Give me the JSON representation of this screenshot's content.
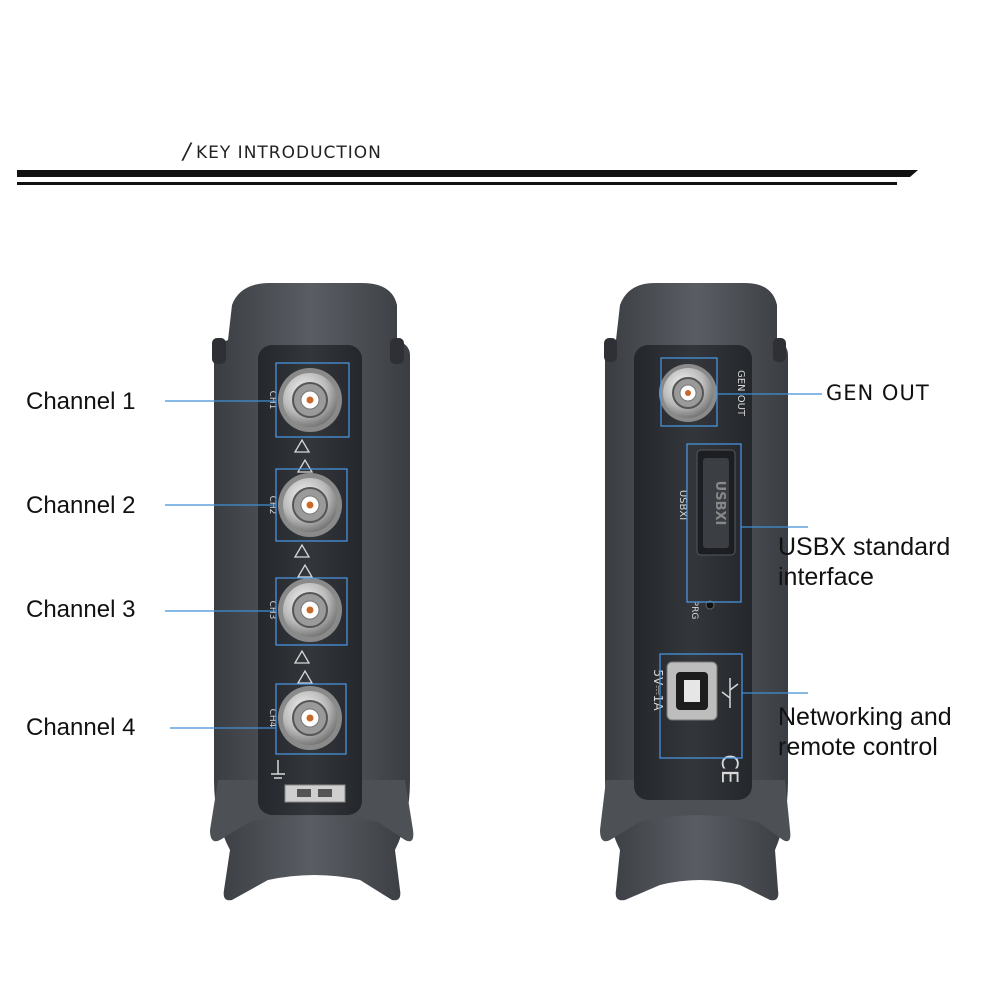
{
  "header": {
    "slash": "/",
    "title": "KEY INTRODUCTION"
  },
  "left_device": {
    "labels": [
      "Channel 1",
      "Channel 2",
      "Channel 3",
      "Channel 4"
    ],
    "port_marks": [
      "CH1",
      "CH2",
      "CH3",
      "CH4"
    ]
  },
  "right_device": {
    "gen_out_label": "GEN OUT",
    "gen_out_mark": "GEN OUT",
    "usbxi_mark": "USBXI",
    "usbxi_port_text": "USBXI",
    "prg_mark": "PRG",
    "power_mark": "5V⎓1A",
    "ce_mark": "CE",
    "usbx_label_line1": "USBX standard",
    "usbx_label_line2": "interface",
    "net_label_line1": "Networking and",
    "net_label_line2": "remote control"
  },
  "colors": {
    "callout_line": "#3f8fd6",
    "callout_box": "#4a9ae8",
    "device_body": "#4a4d52",
    "panel": "#2b2e33"
  }
}
